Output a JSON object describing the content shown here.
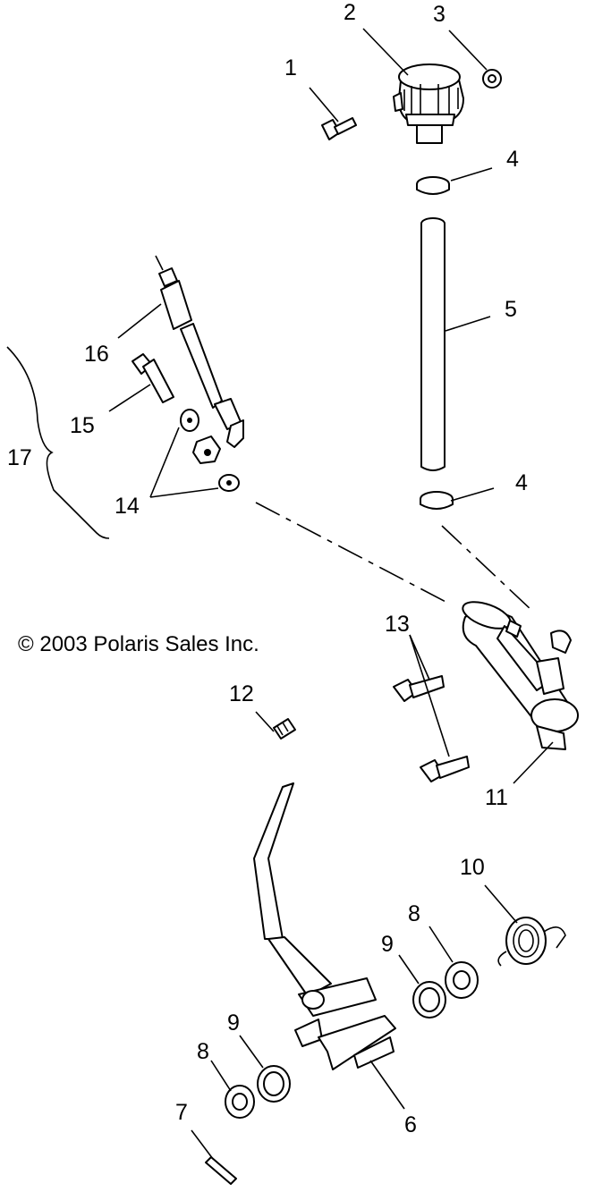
{
  "copyright": "© 2003 Polaris Sales Inc.",
  "callouts": {
    "c1": "1",
    "c2": "2",
    "c3": "3",
    "c4a": "4",
    "c4b": "4",
    "c5": "5",
    "c6": "6",
    "c7": "7",
    "c8a": "8",
    "c8b": "8",
    "c9a": "9",
    "c9b": "9",
    "c10": "10",
    "c11": "11",
    "c12": "12",
    "c13": "13",
    "c14": "14",
    "c15": "15",
    "c16": "16",
    "c17": "17"
  }
}
